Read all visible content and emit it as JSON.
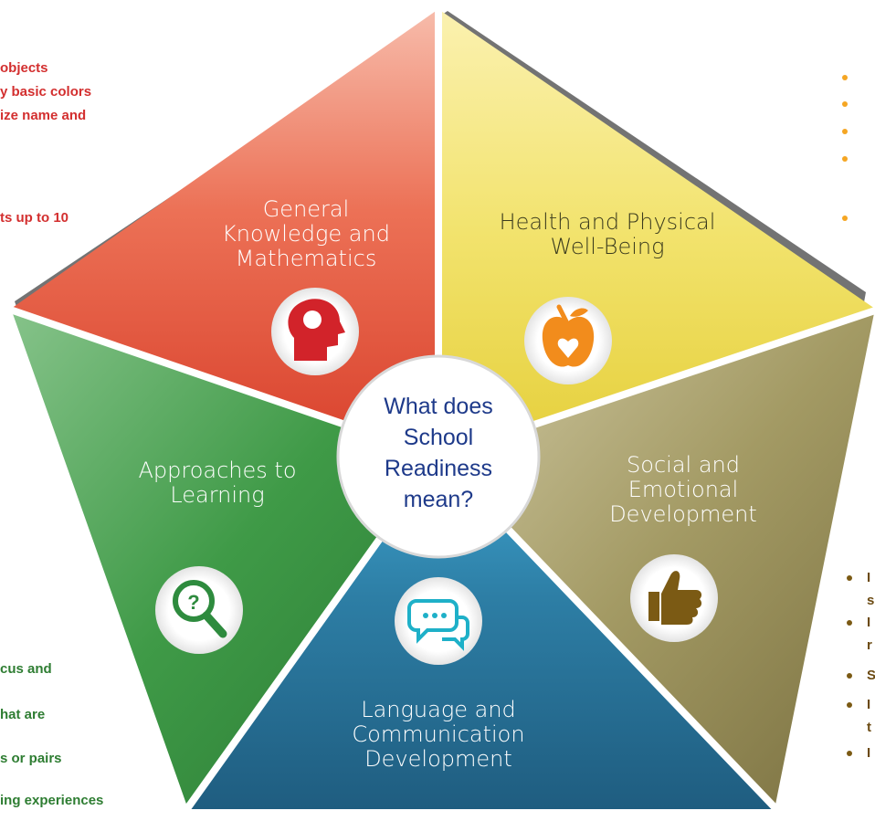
{
  "title": "What does School Readiness mean?",
  "domains": {
    "general": "General Knowledge and Mathematics",
    "health": "Health and Physical Well-Being",
    "social": "Social and Emotional Development",
    "language": "Language and Communication Development",
    "approaches": "Approaches to Learning"
  },
  "general_points": {
    "p1": "objects",
    "p2": "y basic colors",
    "p3": "ize name and",
    "p4": "ts up to 10"
  },
  "approaches_points": {
    "p1": "cus and",
    "p2": "hat are",
    "p3": "s or pairs",
    "p4": "ing experiences"
  },
  "social_points": {
    "p1": "I",
    "p2": "s",
    "p3": "I",
    "p4": "r",
    "p5": "S",
    "p6": "I",
    "p7": "t",
    "p8": "I"
  },
  "colors": {
    "general": "#e8543c",
    "health": "#f0de5a",
    "social": "#8c8249",
    "language": "#2b7198",
    "approaches": "#3e9446"
  }
}
